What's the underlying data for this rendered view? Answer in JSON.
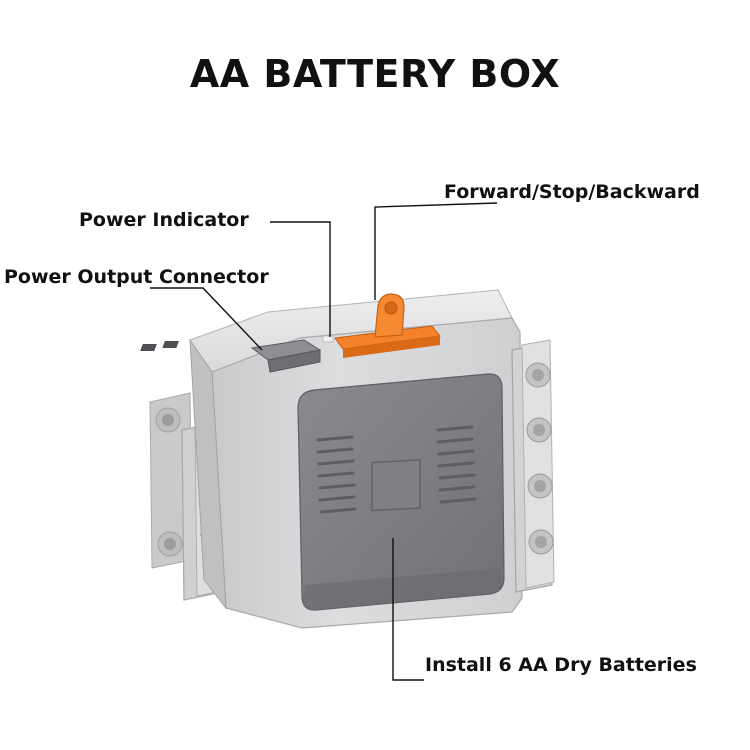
{
  "title": "AA BATTERY BOX",
  "callouts": {
    "forward_stop_backward": "Forward/Stop/Backward",
    "power_indicator": "Power Indicator",
    "power_output_connector": "Power Output Connector",
    "install_batteries": "Install 6 AA Dry Batteries"
  },
  "colors": {
    "housing": "#d4d5d7",
    "cover": "#808184",
    "switch": "#f47b20",
    "text": "#111111"
  }
}
